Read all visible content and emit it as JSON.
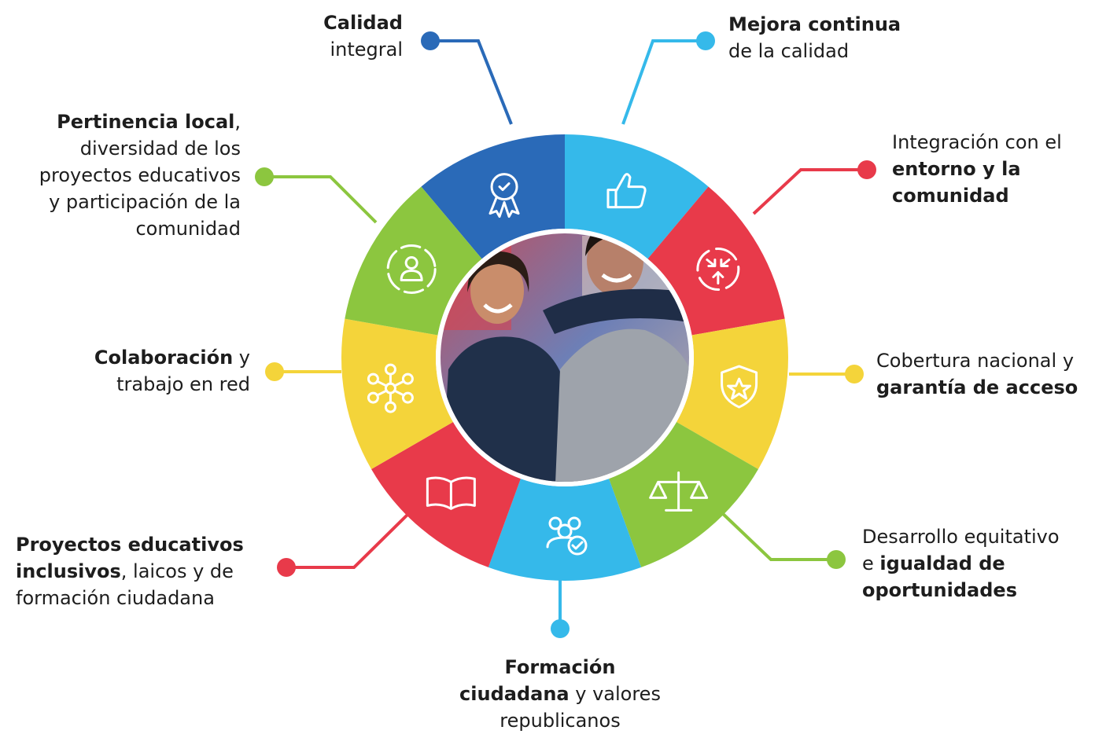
{
  "colors": {
    "dark_blue": "#2a6ab8",
    "light_blue": "#35b9ea",
    "red": "#e83a4a",
    "yellow": "#f4d43a",
    "green": "#8cc63f",
    "text": "#1d1d1d"
  },
  "center_image": "photo-two-smiling-children",
  "segments": [
    {
      "id": "calidad",
      "color": "#2a6ab8",
      "icon": "award-ribbon-icon",
      "bold_1": "Calidad",
      "text_1": "",
      "text_2": "integral",
      "bold_2": "",
      "text_3": ""
    },
    {
      "id": "mejora",
      "color": "#35b9ea",
      "icon": "thumbs-up-icon",
      "bold_1": "Mejora continua",
      "text_1": "",
      "text_2": "de la calidad",
      "bold_2": "",
      "text_3": ""
    },
    {
      "id": "entorno",
      "color": "#e83a4a",
      "icon": "converging-arrows-icon",
      "bold_1": "",
      "text_1": "Integración con el",
      "text_2": "",
      "bold_2": "entorno y la comunidad",
      "text_3": ""
    },
    {
      "id": "cobertura",
      "color": "#f4d43a",
      "icon": "shield-star-icon",
      "bold_1": "",
      "text_1": "Cobertura nacional y",
      "text_2": "",
      "bold_2": "garantía de acceso",
      "text_3": ""
    },
    {
      "id": "desarrollo",
      "color": "#8cc63f",
      "icon": "balance-scale-icon",
      "bold_1": "",
      "text_1": "Desarrollo equitativo",
      "text_2": "e",
      "bold_2": "igualdad de oportunidades",
      "text_3": ""
    },
    {
      "id": "formacion",
      "color": "#35b9ea",
      "icon": "group-check-icon",
      "bold_1": "Formación ciudadana",
      "text_1": "y valores republicanos",
      "text_2": "",
      "bold_2": "",
      "text_3": ""
    },
    {
      "id": "proyectos",
      "color": "#e83a4a",
      "icon": "open-book-icon",
      "bold_1": "Proyectos educativos inclusivos",
      "text_1": ", laicos y de formación ciudadana",
      "text_2": "",
      "bold_2": "",
      "text_3": ""
    },
    {
      "id": "colaboracion",
      "color": "#f4d43a",
      "icon": "network-nodes-icon",
      "bold_1": "Colaboración",
      "text_1": "y trabajo en red",
      "text_2": "",
      "bold_2": "",
      "text_3": ""
    },
    {
      "id": "pertinencia",
      "color": "#8cc63f",
      "icon": "community-person-icon",
      "bold_1": "Pertinencia local",
      "text_1": ", diversidad de los proyectos educativos y participación de la comunidad",
      "text_2": "",
      "bold_2": "",
      "text_3": ""
    }
  ],
  "labels": {
    "calidad": {
      "line1_bold": "Calidad",
      "line2": "integral"
    },
    "mejora": {
      "line1_bold": "Mejora continua",
      "line2": "de la calidad"
    },
    "entorno": {
      "line1": "Integración con el",
      "line2_bold": "entorno y la",
      "line3_bold": "comunidad"
    },
    "cobertura": {
      "line1": "Cobertura nacional y",
      "line2_bold": "garantía de acceso"
    },
    "desarrollo": {
      "line1": "Desarrollo equitativo",
      "line2_pre": "e ",
      "line2_bold": "igualdad de",
      "line3_bold": "oportunidades"
    },
    "formacion": {
      "line1_bold": "Formación",
      "line2_bold": "ciudadana",
      "line2_rest": " y valores",
      "line3": "republicanos"
    },
    "proyectos": {
      "line1_bold": "Proyectos educativos",
      "line2_bold": "inclusivos",
      "line2_rest": ", laicos y de",
      "line3": "formación ciudadana"
    },
    "colaboracion": {
      "line1_bold": "Colaboración",
      "line1_rest": " y",
      "line2": "trabajo en red"
    },
    "pertinencia": {
      "line1_bold": "Pertinencia local",
      "line1_rest": ",",
      "line2": "diversidad de los",
      "line3": "proyectos educativos",
      "line4": "y participación de la",
      "line5": "comunidad"
    }
  }
}
